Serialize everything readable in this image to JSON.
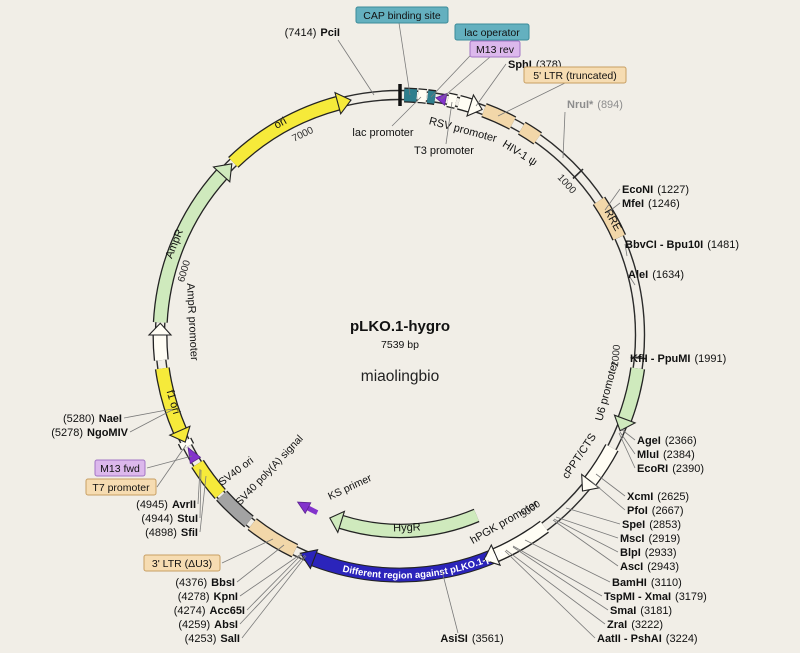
{
  "plasmid": {
    "name": "pLKO.1-hygro",
    "size_label": "7539 bp",
    "watermark": "miaolingbio"
  },
  "ticks": [
    "1000",
    "2000",
    "3000",
    "6000",
    "7000"
  ],
  "features": {
    "ori": {
      "label": "ori",
      "color": "#f6ea3a"
    },
    "ampr": {
      "label": "AmpR",
      "color": "#cfeabd"
    },
    "ampr_promoter": {
      "label": "AmpR promoter",
      "color": "#fffdf4"
    },
    "f1_ori": {
      "label": "f1 ori",
      "color": "#f6ea3a"
    },
    "sv40_ori": {
      "label": "SV40 ori",
      "color": "#f6ea3a"
    },
    "sv40_polya": {
      "label": "SV40 poly(A) signal",
      "color": "#a3a3a3"
    },
    "ks_primer": {
      "label": "KS primer",
      "color": "#8333cc"
    },
    "hygr": {
      "label": "HygR",
      "color": "#cfeabd"
    },
    "diff_region": {
      "label": "Different region against pLKO.1-puro",
      "color": "#2b24bb"
    },
    "hpgk": {
      "label": "hPGK promoter",
      "color": "#fffdf4"
    },
    "cppt": {
      "label": "cPPT/CTS",
      "color": "#fffdf4"
    },
    "u6": {
      "label": "U6 promoter",
      "color": "#cfeabd"
    },
    "rre": {
      "label": "RRE",
      "color": "#f2d7a9"
    },
    "hiv_psi": {
      "label": "HIV-1 ψ",
      "color": "#f2d7a9"
    },
    "rsv": {
      "label": "RSV promoter",
      "color": "#fffdf4"
    },
    "lac_promoter": {
      "label": "lac promoter",
      "color": "#fffdf4"
    },
    "t3": {
      "label": "T3 promoter",
      "color": "#fffdf4"
    }
  },
  "pills": {
    "cap": {
      "label": "CAP binding site",
      "color": "#64b0bf"
    },
    "lac_operator": {
      "label": "lac operator",
      "color": "#64b0bf"
    },
    "m13_rev": {
      "label": "M13 rev",
      "color": "#dcb8ec"
    },
    "ltr5": {
      "label": "5' LTR (truncated)",
      "color": "#f6dcb2"
    },
    "m13_fwd": {
      "label": "M13 fwd",
      "color": "#dcb8ec"
    },
    "t7": {
      "label": "T7 promoter",
      "color": "#f6dcb2"
    },
    "ltr3": {
      "label": "3' LTR (ΔU3)",
      "color": "#f6dcb2"
    }
  },
  "sites": [
    {
      "name": "PciI",
      "pos": "(7414)"
    },
    {
      "name": "SphI",
      "pos": "(378)"
    },
    {
      "name": "NruI*",
      "pos": "(894)"
    },
    {
      "name": "EcoNI",
      "pos": "(1227)"
    },
    {
      "name": "MfeI",
      "pos": "(1246)"
    },
    {
      "name": "BbvCI - Bpu10I",
      "pos": "(1481)"
    },
    {
      "name": "AleI",
      "pos": "(1634)"
    },
    {
      "name": "KflI - PpuMI",
      "pos": "(1991)"
    },
    {
      "name": "AgeI",
      "pos": "(2366)"
    },
    {
      "name": "MluI",
      "pos": "(2384)"
    },
    {
      "name": "EcoRI",
      "pos": "(2390)"
    },
    {
      "name": "XcmI",
      "pos": "(2625)"
    },
    {
      "name": "PfoI",
      "pos": "(2667)"
    },
    {
      "name": "SpeI",
      "pos": "(2853)"
    },
    {
      "name": "MscI",
      "pos": "(2919)"
    },
    {
      "name": "BlpI",
      "pos": "(2933)"
    },
    {
      "name": "AscI",
      "pos": "(2943)"
    },
    {
      "name": "BamHI",
      "pos": "(3110)"
    },
    {
      "name": "TspMI - XmaI",
      "pos": "(3179)"
    },
    {
      "name": "SmaI",
      "pos": "(3181)"
    },
    {
      "name": "ZraI",
      "pos": "(3222)"
    },
    {
      "name": "AatII - PshAI",
      "pos": "(3224)"
    },
    {
      "name": "AsiSI",
      "pos": "(3561)"
    },
    {
      "name": "SalI",
      "pos": "(4253)"
    },
    {
      "name": "AbsI",
      "pos": "(4259)"
    },
    {
      "name": "Acc65I",
      "pos": "(4274)"
    },
    {
      "name": "KpnI",
      "pos": "(4278)"
    },
    {
      "name": "BbsI",
      "pos": "(4376)"
    },
    {
      "name": "SfiI",
      "pos": "(4898)"
    },
    {
      "name": "StuI",
      "pos": "(4944)"
    },
    {
      "name": "AvrII",
      "pos": "(4945)"
    },
    {
      "name": "NgoMIV",
      "pos": "(5278)"
    },
    {
      "name": "NaeI",
      "pos": "(5280)"
    }
  ],
  "colors": {
    "background": "#f1eee7",
    "backbone": "#2b2b2b",
    "origin_yellow": "#f6ea3a",
    "cds_green": "#cfeabd",
    "ltr_tan": "#f2d7a9",
    "promoter_white": "#fffdf4",
    "polya_gray": "#a3a3a3",
    "diff_region_blue": "#2b24bb",
    "primer_purple": "#8333cc",
    "regulatory_teal": "#2f7e8d"
  }
}
